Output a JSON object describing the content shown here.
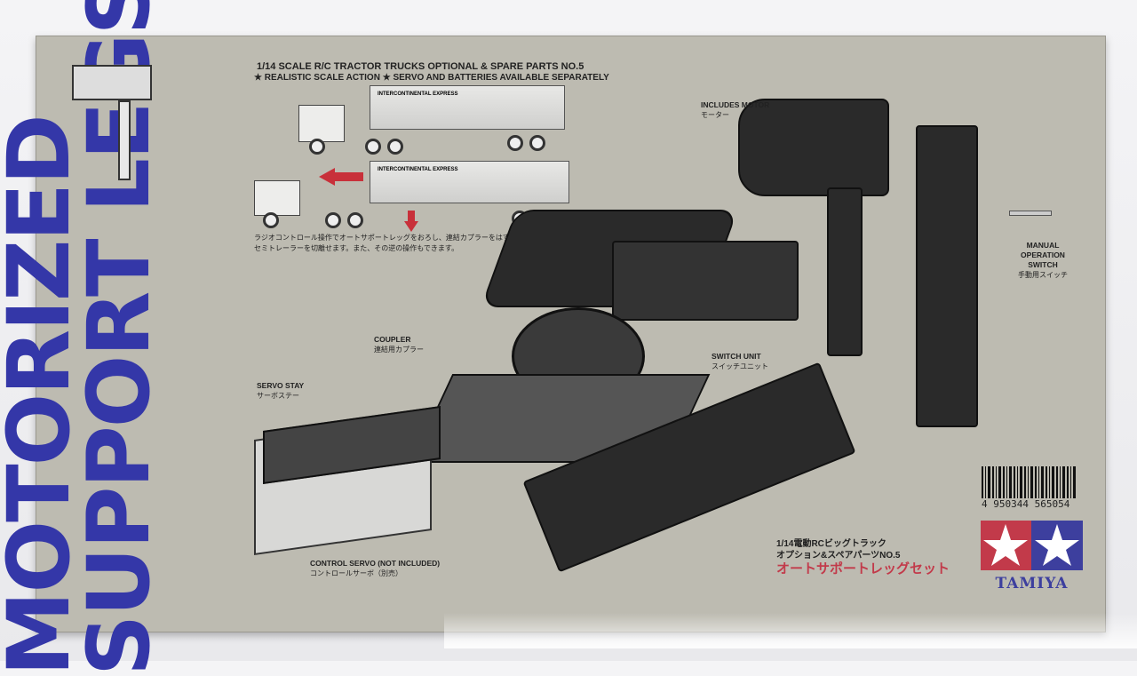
{
  "title": {
    "line1": "MOTORIZED",
    "line2": "SUPPORT LEGS"
  },
  "header": {
    "line1": "1/14 SCALE R/C TRACTOR TRUCKS OPTIONAL & SPARE PARTS NO.5",
    "line2": "★ REALISTIC SCALE ACTION ★ SERVO AND BATTERIES AVAILABLE SEPARATELY"
  },
  "trailer_text": "INTERCONTINENTAL EXPRESS",
  "description_jp": {
    "line1": "ラジオコントロール操作でオートサポートレッグをおろし、連結カプラーをはずして",
    "line2": "セミトレーラーを切離せます。また、その逆の操作もできます。"
  },
  "labels": {
    "motor": {
      "en": "INCLUDES MOTOR",
      "jp": "モーター"
    },
    "switch": {
      "en1": "MANUAL",
      "en2": "OPERATION",
      "en3": "SWITCH",
      "jp": "手動用スイッチ"
    },
    "switch_unit": {
      "en": "SWITCH UNIT",
      "jp": "スイッチユニット"
    },
    "coupler": {
      "en": "COUPLER",
      "jp": "連結用カプラー"
    },
    "servo_stay": {
      "en": "SERVO STAY",
      "jp": "サーボステー"
    },
    "control_servo": {
      "en": "CONTROL SERVO (NOT INCLUDED)",
      "jp": "コントロールサーボ（別売）"
    }
  },
  "product_jp": {
    "line1": "1/14電動RCビッグトラック",
    "line2": "オプション&スペアパーツNO.5",
    "line3": "オートサポートレッグセット"
  },
  "barcode": "4 950344 565054",
  "brand": "TAMIYA",
  "colors": {
    "title_blue": "#3437a8",
    "arrow_red": "#c8303a",
    "box_gray": "#bdbbb1"
  }
}
